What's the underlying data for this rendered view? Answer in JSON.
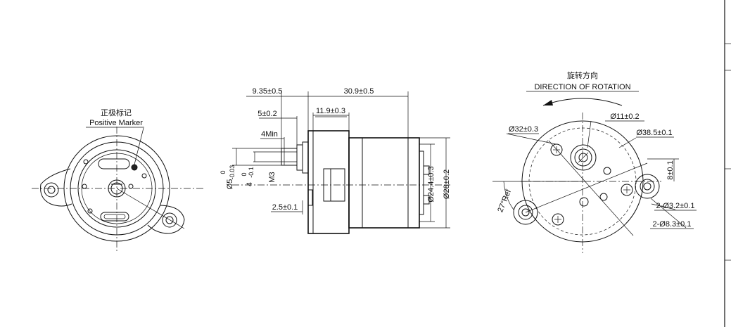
{
  "front_view": {
    "marker_cn": "正极标记",
    "marker_en": "Positive Marker"
  },
  "side_view": {
    "d_9_35": "9.35±0.5",
    "d_30_9": "30.9±0.5",
    "d_5": "5±0.2",
    "d_11_9": "11.9±0.3",
    "d_4min": "4Min",
    "d_m3": "M3",
    "d_phi5_main": "Ø5",
    "d_phi5_tol_up": "0",
    "d_phi5_tol_dn": "-0.03",
    "d_4_main": "4",
    "d_4_tol_up": "0",
    "d_4_tol_dn": "-0.1",
    "d_2_5": "2.5±0.1",
    "d_phi24_4": "Ø24.4±0.3",
    "d_phi28": "Ø28±0.2"
  },
  "rear_view": {
    "rotation_cn": "旋转方向",
    "rotation_en": "DIRECTION OF ROTATION",
    "d_phi32": "Ø32±0.3",
    "d_phi11": "Ø11±0.2",
    "d_phi38_5": "Ø38.5±0.1",
    "d_8": "8±0.1",
    "d_27ref": "27°Ref",
    "d_2_phi3_2": "2-Ø3.2±0.1",
    "d_2_phi8_3": "2-Ø8.3±0.1"
  }
}
